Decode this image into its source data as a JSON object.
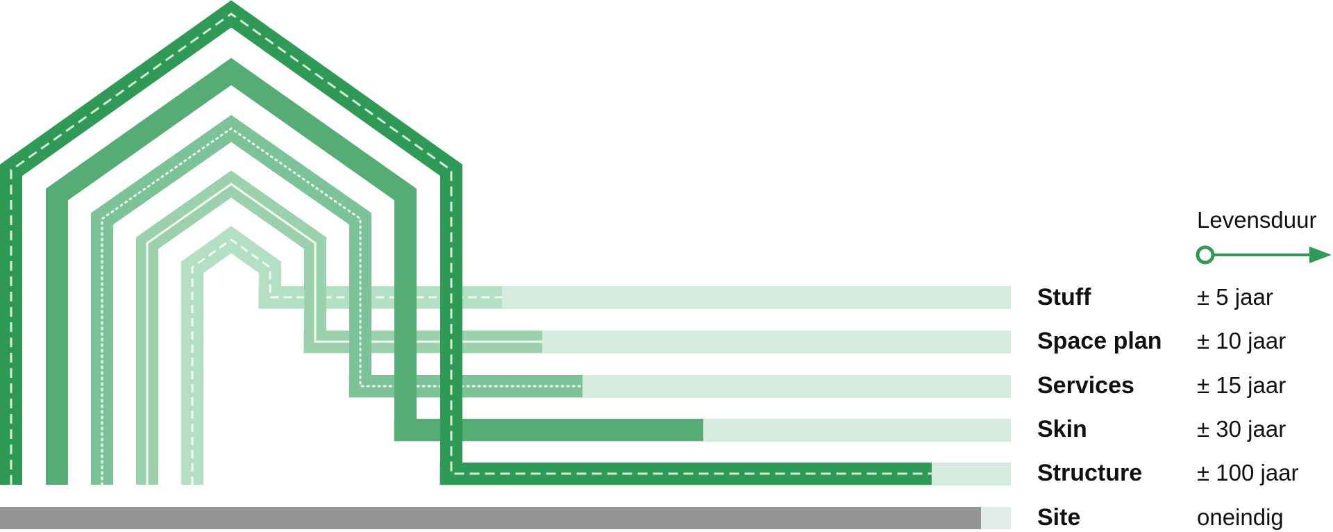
{
  "legend": {
    "title": "Levensduur",
    "arrow_color": "#2e9a55"
  },
  "layers": [
    {
      "name": "Stuff",
      "lifespan": "± 5 jaar",
      "color": "#b3dfc3",
      "line_style": "dashed"
    },
    {
      "name": "Space plan",
      "lifespan": "± 10 jaar",
      "color": "#9bd2ad",
      "line_style": "double"
    },
    {
      "name": "Services",
      "lifespan": "± 15 jaar",
      "color": "#7cc397",
      "line_style": "dotted"
    },
    {
      "name": "Skin",
      "lifespan": "± 30 jaar",
      "color": "#55ad75",
      "line_style": "solid"
    },
    {
      "name": "Structure",
      "lifespan": "± 100 jaar",
      "color": "#2e9a55",
      "line_style": "dashed"
    },
    {
      "name": "Site",
      "lifespan": "oneindig",
      "color": "#959595",
      "line_style": "solid"
    }
  ],
  "colors": {
    "track": "#d5ebde",
    "site_track": "#e0ece5",
    "line_light": "#d5ebde"
  }
}
